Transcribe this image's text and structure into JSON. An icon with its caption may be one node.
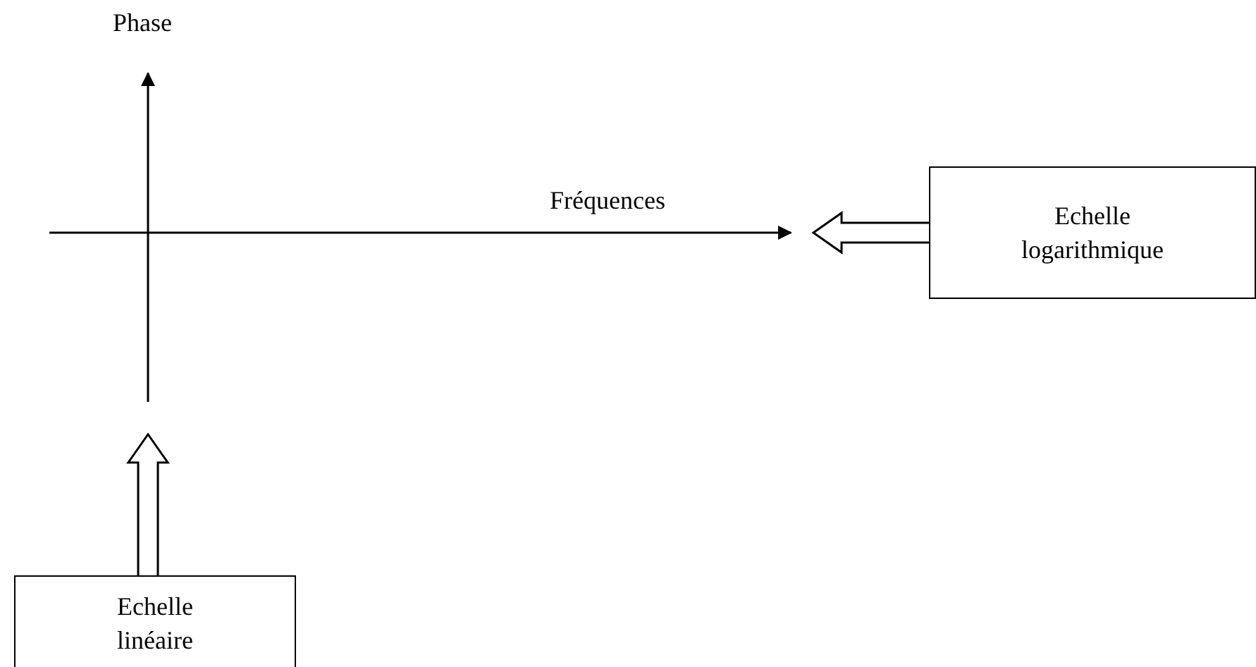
{
  "diagram": {
    "nodes": [
      {
        "text": [
          "Echelle logarithmique"
        ]
      },
      {
        "text": [
          "Echelle linéaire"
        ]
      }
    ],
    "edges": [
      {
        "from": 0,
        "to": null,
        "arrow": "to",
        "style": "thick"
      },
      {
        "from": 1,
        "to": null,
        "arrow": "to",
        "style": "thick"
      }
    ],
    "labels": [
      "Phase",
      "Fréquences"
    ]
  }
}
